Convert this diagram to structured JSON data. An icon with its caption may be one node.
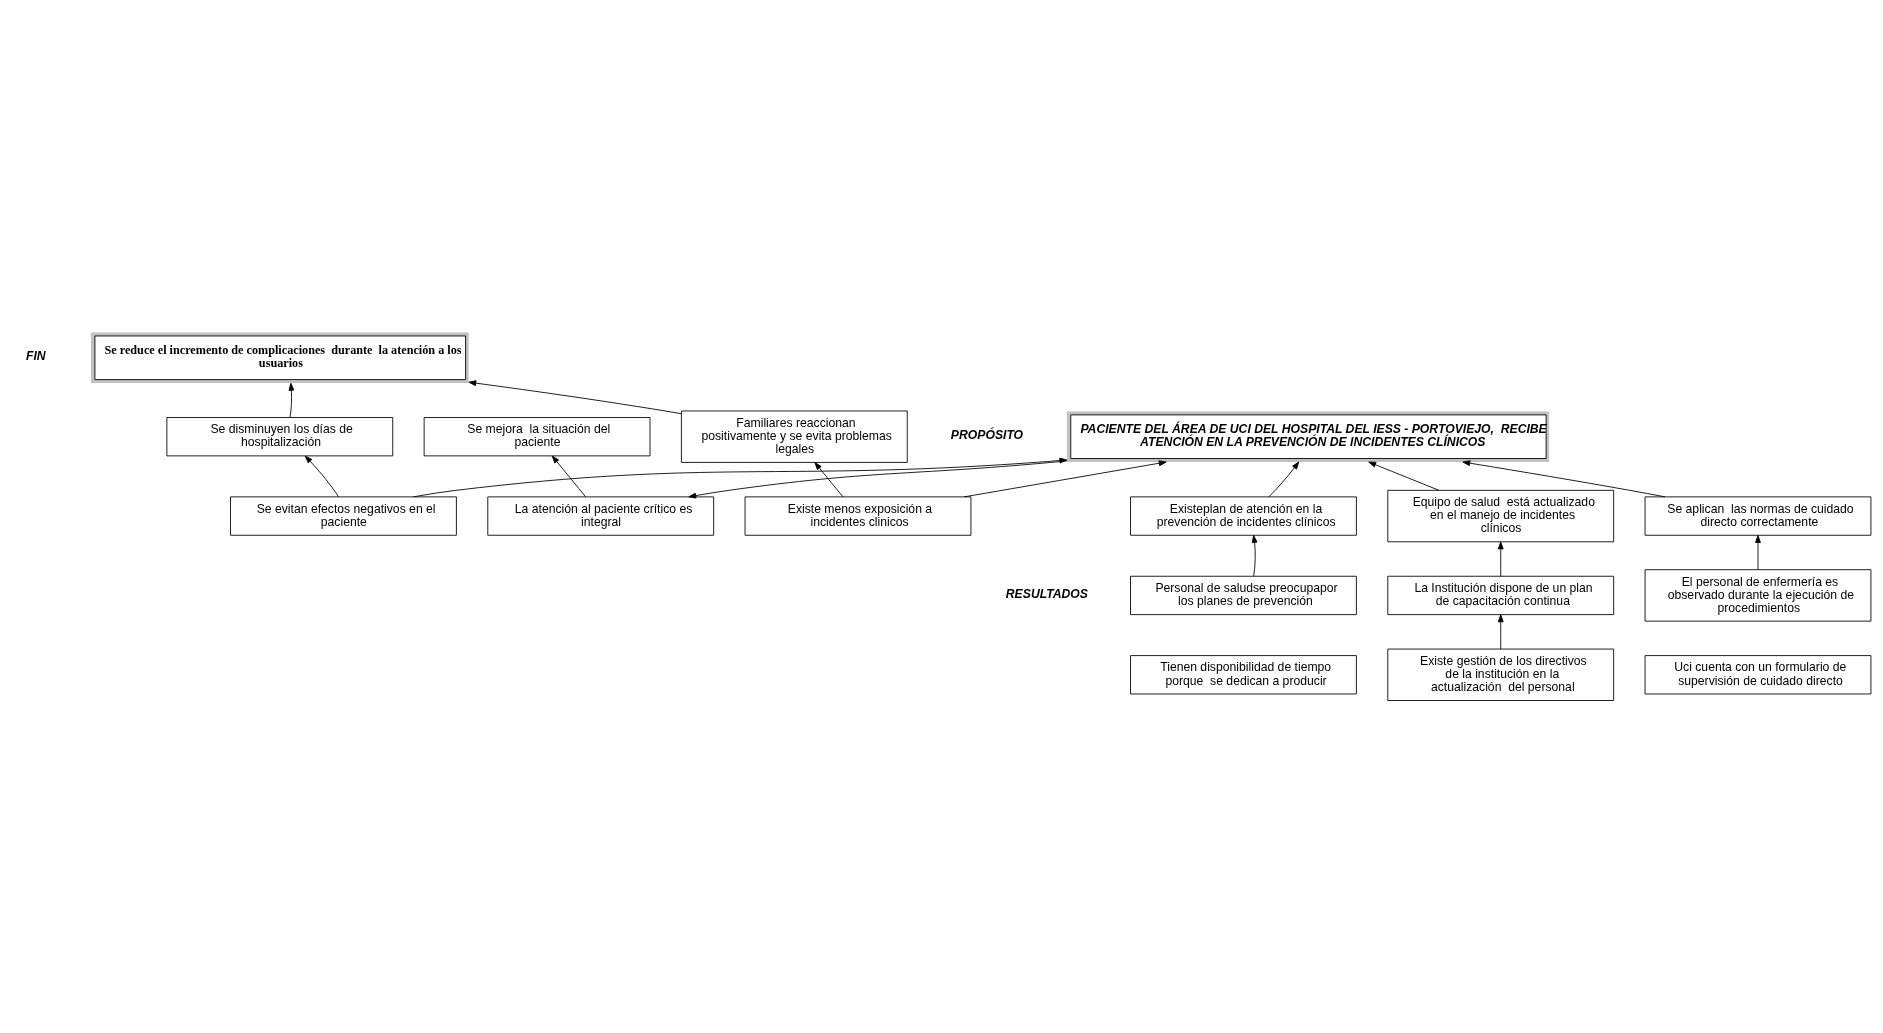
{
  "diagram": {
    "nodes": [
      {
        "text": [
          "Se reduce el incremento de complicaciones  durante  la atención a los usuarios"
        ],
        "beside": [
          "FIN"
        ]
      },
      {
        "text": [
          "Se disminuyen los días de hospitalización"
        ]
      },
      {
        "text": [
          "Se mejora  la situación del paciente"
        ]
      },
      {
        "text": [
          "Familiares reaccionan positivamente y se evita problemas legales"
        ]
      },
      {
        "text": [
          "Se evitan efectos negativos en el paciente"
        ]
      },
      {
        "text": [
          "La atención al paciente crítico es integral"
        ]
      },
      {
        "text": [
          "Existe menos exposición a incidentes clinicos"
        ]
      },
      {
        "text": [
          "PACIENTE DEL ÁREA DE UCI DEL HOSPITAL DEL IESS - PORTOVIEJO,  RECIBE ATENCIÓN EN LA PREVENCIÓN DE INCIDENTES CLÍNICOS"
        ],
        "beside": [
          "PROPÓSITO"
        ]
      },
      {
        "text": [
          "Existeplan de atención en la prevención de incidentes clínicos"
        ]
      },
      {
        "text": [
          "Equipo de salud  está actualizado en el manejo de incidentes clínicos"
        ]
      },
      {
        "text": [
          "Se aplican  las normas de cuidado directo correctamente"
        ]
      },
      {
        "text": [
          "Personal de saludse preocupapor los planes de prevención"
        ]
      },
      {
        "text": [
          "La Institución dispone de un plan de capacitación continua"
        ]
      },
      {
        "text": [
          "El personal de enfermería es observado durante la ejecución de procedimientos"
        ]
      },
      {
        "text": [
          "Tienen disponibilidad de tiempo porque  se dedican a producir"
        ]
      },
      {
        "text": [
          "Existe gestión de los directivos de la institución en la actualización  del personal"
        ]
      },
      {
        "text": [
          "Uci cuenta con un formulario de supervisión de cuidado directo"
        ]
      }
    ],
    "edges": [
      {
        "from": 1,
        "to": 0,
        "arrow": "to"
      },
      {
        "from": 3,
        "to": 0,
        "arrow": "to"
      },
      {
        "from": 4,
        "to": 1,
        "arrow": "to"
      },
      {
        "from": 5,
        "to": 2,
        "arrow": "to"
      },
      {
        "from": 6,
        "to": 3,
        "arrow": "to"
      },
      {
        "from": 7,
        "to": 5,
        "arrow": "to"
      },
      {
        "from": 4,
        "to": 7,
        "arrow": "to"
      },
      {
        "from": 8,
        "to": 7,
        "arrow": "to"
      },
      {
        "from": 6,
        "to": 7,
        "arrow": "to"
      },
      {
        "from": 10,
        "to": 7,
        "arrow": "to"
      },
      {
        "from": 9,
        "to": 7,
        "arrow": "to"
      },
      {
        "from": 11,
        "to": 8,
        "arrow": "to"
      },
      {
        "from": 12,
        "to": 9,
        "arrow": "to"
      },
      {
        "from": 13,
        "to": 10,
        "arrow": "to"
      },
      {
        "from": 15,
        "to": 12,
        "arrow": "to"
      }
    ],
    "labels": [
      "RESULTADOS"
    ]
  }
}
